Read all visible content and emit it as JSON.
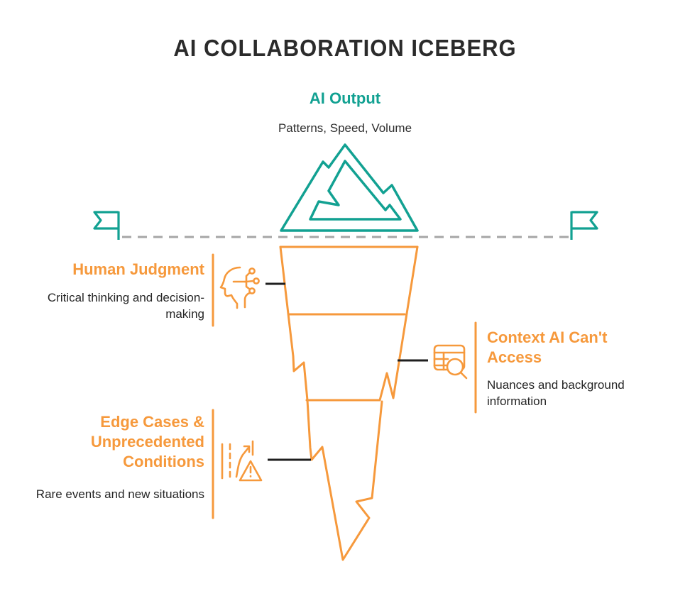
{
  "title": "AI COLLABORATION ICEBERG",
  "above_water": {
    "heading": "AI Output",
    "subtext": "Patterns, Speed, Volume"
  },
  "sections": [
    {
      "heading": "Human Judgment",
      "description": "Critical thinking and decision-making",
      "icon": "head-circuit-icon",
      "side": "left"
    },
    {
      "heading": "Context AI Can't Access",
      "description": "Nuances and background information",
      "icon": "table-search-icon",
      "side": "right"
    },
    {
      "heading": "Edge Cases & Unprecedented Conditions",
      "description": "Rare events and new situations",
      "icon": "road-warning-icon",
      "side": "left"
    }
  ],
  "colors": {
    "teal": "#12A192",
    "orange": "#F6993C",
    "title_ink": "#2B2B2B",
    "body_text": "#262626",
    "waterline_gray": "#A6A6A6",
    "connector_black": "#1F1F1F"
  }
}
